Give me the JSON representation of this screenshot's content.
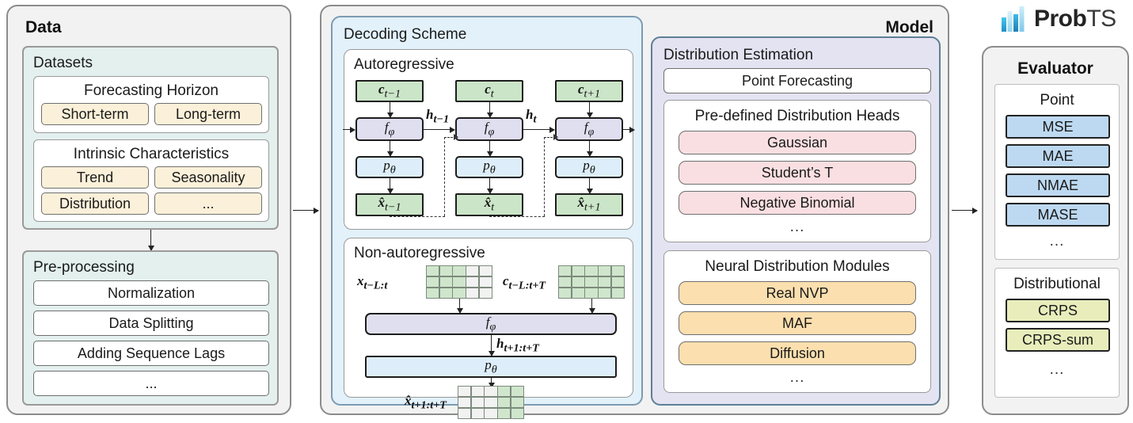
{
  "brand": {
    "name_bold": "Prob",
    "name_light": "TS",
    "logo_icon": "bar-chart-logo-icon"
  },
  "data_panel": {
    "title": "Data",
    "datasets": {
      "title": "Datasets",
      "forecasting_horizon": {
        "title": "Forecasting Horizon",
        "items": [
          "Short-term",
          "Long-term"
        ]
      },
      "intrinsic_characteristics": {
        "title": "Intrinsic Characteristics",
        "items": [
          "Trend",
          "Seasonality",
          "Distribution",
          "..."
        ]
      }
    },
    "preprocessing": {
      "title": "Pre-processing",
      "items": [
        "Normalization",
        "Data Splitting",
        "Adding Sequence Lags",
        "..."
      ]
    }
  },
  "model_panel": {
    "title": "Model",
    "decoding_scheme": {
      "title": "Decoding Scheme",
      "autoregressive": {
        "title": "Autoregressive",
        "context_nodes": [
          "c_{t-1}",
          "c_t",
          "c_{t+1}"
        ],
        "encoder_nodes": [
          "f_phi",
          "f_phi",
          "f_phi"
        ],
        "dist_nodes": [
          "p_theta",
          "p_theta",
          "p_theta"
        ],
        "output_nodes": [
          "x̂_{t-1}",
          "x̂_t",
          "x̂_{t+1}"
        ],
        "hidden_labels": [
          "h_{t-1}",
          "h_t"
        ]
      },
      "non_autoregressive": {
        "title": "Non-autoregressive",
        "input_label": "x_{t-L:t}",
        "context_label": "c_{t-L:t+T}",
        "encoder_label": "f_phi",
        "hidden_label": "h_{t+1:t+T}",
        "dist_label": "p_theta",
        "output_label": "x̂_{t+1:t+T}"
      }
    },
    "distribution_estimation": {
      "title": "Distribution Estimation",
      "point_forecasting": "Point Forecasting",
      "predefined_heads": {
        "title": "Pre-defined Distribution Heads",
        "items": [
          "Gaussian",
          "Student’s T",
          "Negative Binomial"
        ],
        "more": "..."
      },
      "neural_modules": {
        "title": "Neural Distribution Modules",
        "items": [
          "Real NVP",
          "MAF",
          "Diffusion"
        ],
        "more": "..."
      }
    }
  },
  "evaluator_panel": {
    "title": "Evaluator",
    "point": {
      "title": "Point",
      "metrics": [
        "MSE",
        "MAE",
        "NMAE",
        "MASE"
      ],
      "more": "..."
    },
    "distributional": {
      "title": "Distributional",
      "metrics": [
        "CRPS",
        "CRPS-sum"
      ],
      "more": "..."
    }
  },
  "colors": {
    "panel_bg": "#f2f2f2",
    "mint": "#e3f0ee",
    "light_blue": "#e2f1fa",
    "lavender": "#e4e3f2",
    "cream": "#fbf0d9",
    "pink": "#fadfe2",
    "orange": "#fbdfae",
    "metric_blue": "#bdd9f1",
    "metric_yellow": "#e8edbb",
    "node_green": "#cbe5c8",
    "node_purple": "#e0dff0",
    "node_pblue": "#ddeefa"
  }
}
